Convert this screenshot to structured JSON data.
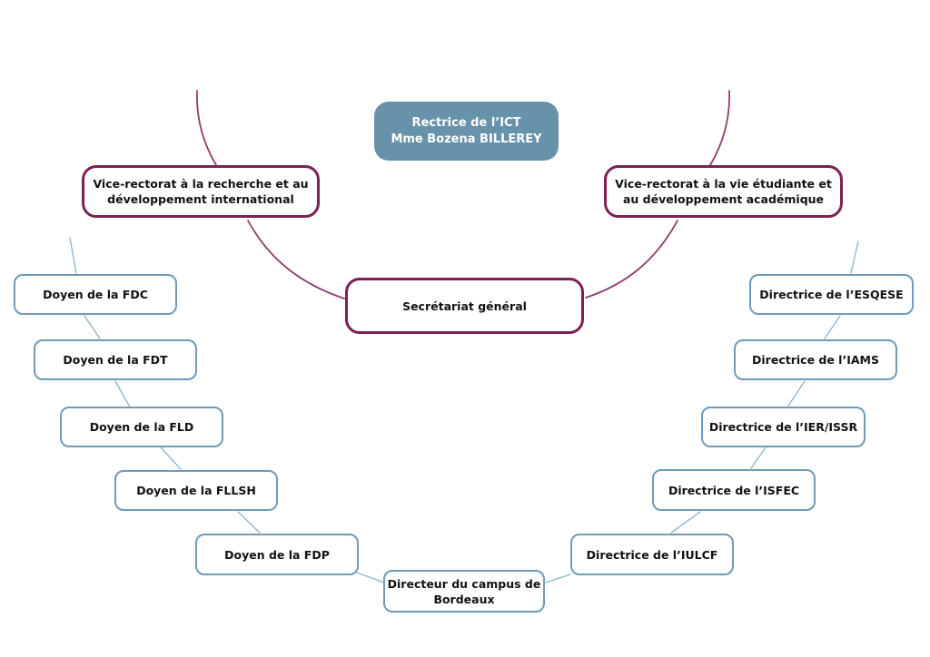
{
  "diagram": {
    "nodes": {
      "root": {
        "line1": "Rectrice de l’ICT",
        "line2": "Mme Bozena BILLEREY"
      },
      "vr_research": {
        "line1": "Vice-rectorat à la recherche et au",
        "line2": "développement international"
      },
      "vr_student": {
        "line1": "Vice-rectorat à la vie étudiante et",
        "line2": "au développement académique"
      },
      "secretariat": {
        "label": "Secrétariat général"
      },
      "fdc": {
        "label": "Doyen de la FDC"
      },
      "fdt": {
        "label": "Doyen de la FDT"
      },
      "fld": {
        "label": "Doyen de la FLD"
      },
      "fllsh": {
        "label": "Doyen de la FLLSH"
      },
      "fdp": {
        "label": "Doyen de la FDP"
      },
      "bordeaux": {
        "line1": "Directeur du campus de",
        "line2": "Bordeaux"
      },
      "iulcf": {
        "label": "Directrice de l’IULCF"
      },
      "isfec": {
        "label": "Directrice de l’ISFEC"
      },
      "ier_issr": {
        "label": "Directrice de l’IER/ISSR"
      },
      "iams": {
        "label": "Directrice de l’IAMS"
      },
      "esqese": {
        "label": "Directrice de l’ESQESE"
      }
    }
  },
  "colors": {
    "root_fill": "#6892aa",
    "root_text": "#ffffff",
    "primary_border": "#7b2153",
    "primary_curve": "#8e3e6b",
    "secondary_border": "#6f9bba",
    "connector": "#90b6cf",
    "text": "#111111"
  }
}
